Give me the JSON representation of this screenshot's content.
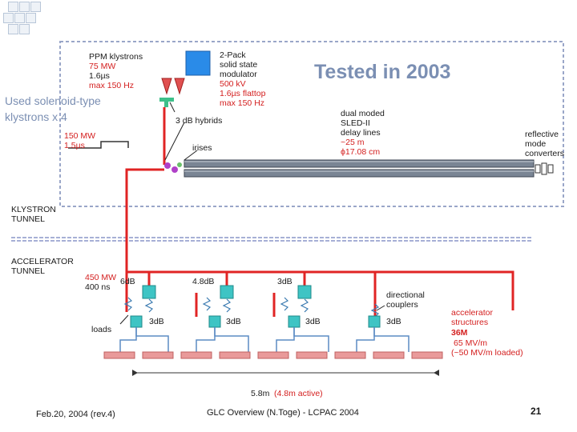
{
  "slide": {
    "tested_banner": "Tested in 2003",
    "used_solenoid": "Used solenoid-type",
    "klystrons_x4": "klystrons x 4",
    "ppm_klystrons": [
      "PPM klystrons",
      "75 MW",
      "1.6µs",
      "max 150 Hz"
    ],
    "two_pack": [
      "2-Pack",
      "solid state",
      "modulator"
    ],
    "two_pack_red": [
      "500 kV",
      "1.6µs flattop",
      "max 150 Hz"
    ],
    "hybrids_3db": "3 dB hybrids",
    "dual_moded": [
      "dual moded",
      "SLED-II",
      "delay lines"
    ],
    "dual_moded_red": [
      "~25 m",
      "ϕ17.08 cm"
    ],
    "reflective": [
      "reflective",
      "mode",
      "converters"
    ],
    "pulse_150": [
      "150 MW",
      "1.5µs"
    ],
    "irises": "irises",
    "klystron_tunnel": [
      "KLYSTRON",
      "TUNNEL"
    ],
    "accelerator_tunnel": [
      "ACCELERATOR",
      "TUNNEL"
    ],
    "pulse_450": [
      "450 MW",
      "400 ns"
    ],
    "coupler_labels": [
      "6dB",
      "4.8dB",
      "3dB"
    ],
    "load_labels": [
      "3dB",
      "3dB",
      "3dB",
      "3dB"
    ],
    "loads": "loads",
    "directional_couplers": [
      "directional",
      "couplers"
    ],
    "accel_structures": [
      "accelerator",
      "structures"
    ],
    "m36": "36M",
    "gradient": "65 MV/m",
    "loaded": "(~50 MV/m loaded)",
    "length": "5.8m",
    "active": "(4.8m active)",
    "footer_date": "Feb.20, 2004 (rev.4)",
    "footer_title": "GLC Overview (N.Toge) - LCPAC 2004",
    "page_number": "21",
    "colors": {
      "banner": "#7b8fb3",
      "waveguide_red": "#e02424",
      "coupler_teal": "#3ec4c4",
      "structure_pink": "#e99a9a",
      "feed_blue": "#5c8cc4",
      "dashed_box": "#9aa6c8",
      "tunnel_blue": "#8a96c8"
    }
  }
}
